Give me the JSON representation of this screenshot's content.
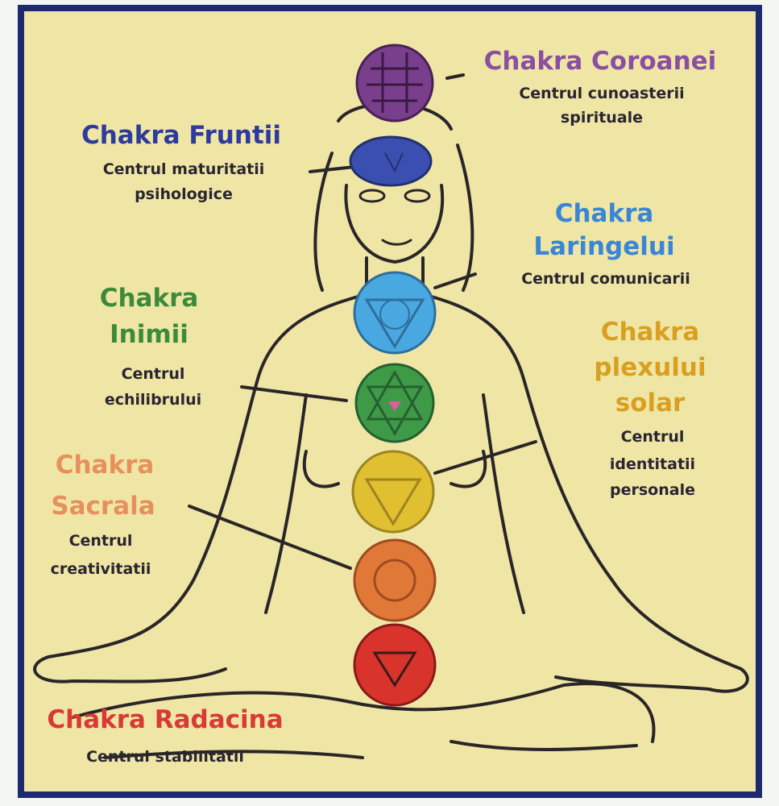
{
  "chakras": [
    {
      "name": "Chakra Coroanei",
      "line1": "Centrul cunoasterii",
      "line2": "spirituale",
      "color": "#8a4fa0",
      "fill": "#7a3f8c"
    },
    {
      "name": "Chakra Fruntii",
      "line1": "Centrul maturitatii",
      "line2": "psihologice",
      "color": "#2d3b9c",
      "fill": "#3a4fb0"
    },
    {
      "name1": "Chakra",
      "name2": "Laringelui",
      "line1": "Centrul comunicarii",
      "color": "#3a86d6",
      "fill": "#4aa8e0"
    },
    {
      "name1": "Chakra",
      "name2": "Inimii",
      "line1": "Centrul",
      "line2": "echilibrului",
      "color": "#3c8a3a",
      "fill": "#3f9a48"
    },
    {
      "name1": "Chakra",
      "name2": "plexului",
      "name3": "solar",
      "line1": "Centrul",
      "line2": "identitatii",
      "line3": "personale",
      "color": "#d9a020",
      "fill": "#e0c030"
    },
    {
      "name1": "Chakra",
      "name2": "Sacrala",
      "line1": "Centrul",
      "line2": "creativitatii",
      "color": "#e8905c",
      "fill": "#e07838"
    },
    {
      "name": "Chakra Radacina",
      "line1": "Centrul stabilitatii",
      "color": "#d83a36",
      "fill": "#d8342c"
    }
  ],
  "colors": {
    "background": "#efe6a6",
    "border": "#1e2a70"
  }
}
